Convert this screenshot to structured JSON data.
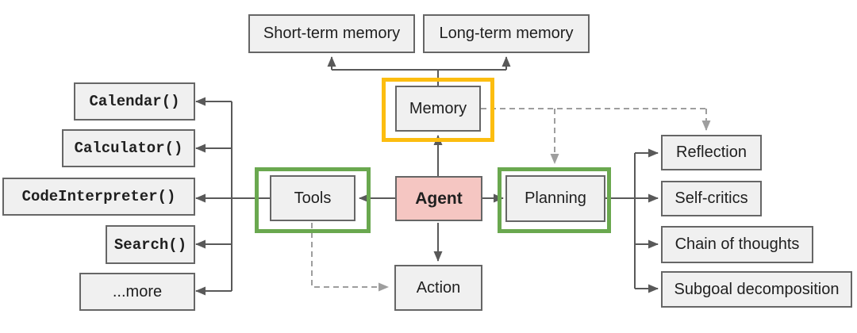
{
  "nodes": {
    "short_term_memory": "Short-term memory",
    "long_term_memory": "Long-term memory",
    "memory": "Memory",
    "agent": "Agent",
    "tools": "Tools",
    "planning": "Planning",
    "action": "Action",
    "calendar": "Calendar()",
    "calculator": "Calculator()",
    "code_interpreter": "CodeInterpreter()",
    "search": "Search()",
    "more": "...more",
    "reflection": "Reflection",
    "self_critics": "Self-critics",
    "chain_of_thoughts": "Chain of thoughts",
    "subgoal_decomposition": "Subgoal decomposition"
  },
  "colors": {
    "background": "#ffffff",
    "box_fill": "#f0f0f0",
    "box_border": "#666666",
    "agent_fill": "#f5c6c2",
    "memory_highlight": "#fcbd10",
    "tools_highlight": "#6aa84f",
    "solid_line": "#595959",
    "dashed_line": "#9e9e9e",
    "text": "#1f1f1f"
  },
  "edges": [
    {
      "from": "memory",
      "to": "short_term_memory",
      "style": "solid"
    },
    {
      "from": "memory",
      "to": "long_term_memory",
      "style": "solid"
    },
    {
      "from": "agent",
      "to": "memory",
      "style": "solid"
    },
    {
      "from": "agent",
      "to": "tools",
      "style": "solid"
    },
    {
      "from": "agent",
      "to": "planning",
      "style": "solid"
    },
    {
      "from": "agent",
      "to": "action",
      "style": "solid"
    },
    {
      "from": "tools",
      "to": "calendar",
      "style": "solid"
    },
    {
      "from": "tools",
      "to": "calculator",
      "style": "solid"
    },
    {
      "from": "tools",
      "to": "code_interpreter",
      "style": "solid"
    },
    {
      "from": "tools",
      "to": "search",
      "style": "solid"
    },
    {
      "from": "tools",
      "to": "more",
      "style": "solid"
    },
    {
      "from": "planning",
      "to": "reflection",
      "style": "solid"
    },
    {
      "from": "planning",
      "to": "self_critics",
      "style": "solid"
    },
    {
      "from": "planning",
      "to": "chain_of_thoughts",
      "style": "solid"
    },
    {
      "from": "planning",
      "to": "subgoal_decomposition",
      "style": "solid"
    },
    {
      "from": "memory",
      "to": "planning",
      "style": "dashed"
    },
    {
      "from": "memory",
      "to": "reflection",
      "style": "dashed"
    },
    {
      "from": "tools",
      "to": "action",
      "style": "dashed"
    }
  ]
}
